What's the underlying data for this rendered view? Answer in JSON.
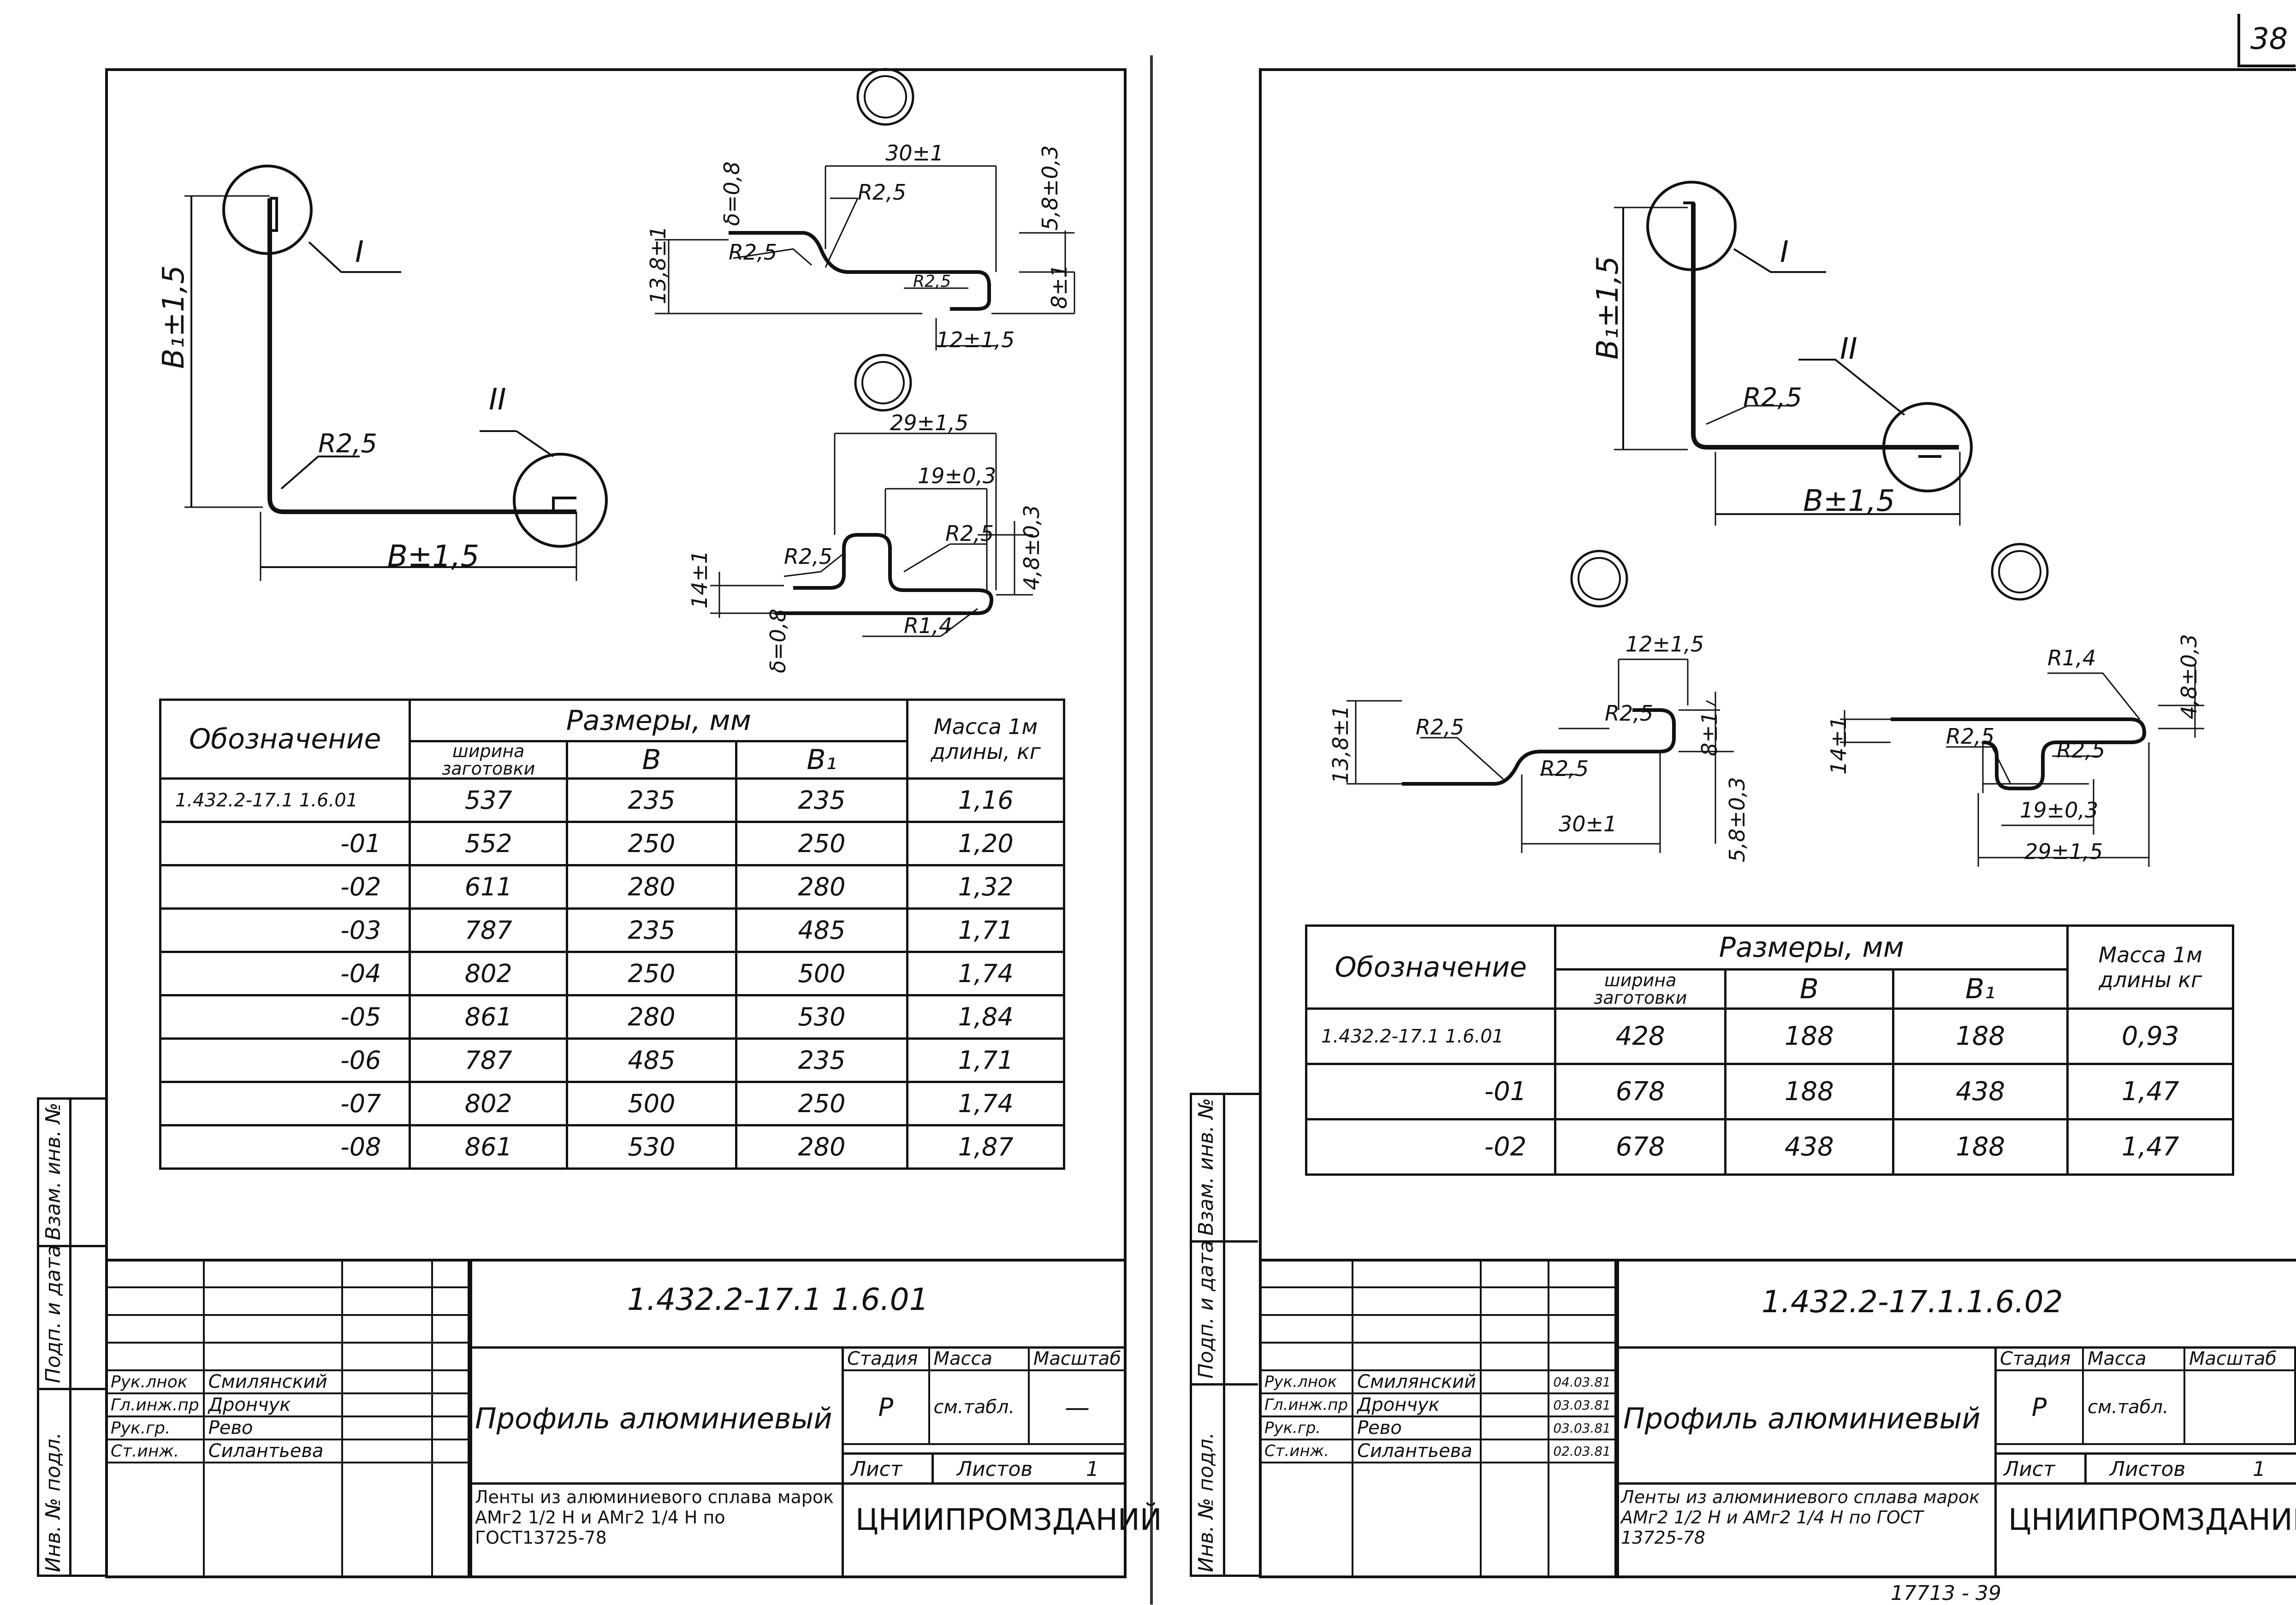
{
  "page_number": "38",
  "bottom_note": "17713 - 39",
  "side_stamp": [
    "Взам. инв. №",
    "Подп. и дата",
    "Инв. № подл."
  ],
  "left": {
    "drawing_labels": {
      "node1": "I",
      "node2": "II",
      "h_dim": "B₁±1,5",
      "w_dim": "B±1,5",
      "radius": "R2,5",
      "d1_width": "30±1",
      "d1_radius_top": "R2,5",
      "d1_radius_left": "R2,5",
      "d1_radius_bottom": "R2,5",
      "d1_thick": "δ=0,8",
      "d1_h1": "5,8±0,3",
      "d1_h2": "13,8±1",
      "d1_h3": "8±1",
      "d1_tail": "12±1,5",
      "d2_width": "29±1,5",
      "d2_inner": "19±0,3",
      "d2_radius_left": "R2,5",
      "d2_radius_right": "R2,5",
      "d2_radius_bottom": "R1,4",
      "d2_h1": "4,8±0,3",
      "d2_h2": "14±1",
      "d2_thick": "δ=0,8"
    },
    "table": {
      "header_designation": "Обозначение",
      "header_sizes": "Размеры, мм",
      "header_mass": "Масса 1м длины, кг",
      "col_blank": "ширина заготовки",
      "col_b": "B",
      "col_b1": "B₁",
      "rows": [
        {
          "des": "1.432.2-17.1 1.6.01",
          "blank": "537",
          "b": "235",
          "b1": "235",
          "mass": "1,16"
        },
        {
          "des": "-01",
          "blank": "552",
          "b": "250",
          "b1": "250",
          "mass": "1,20"
        },
        {
          "des": "-02",
          "blank": "611",
          "b": "280",
          "b1": "280",
          "mass": "1,32"
        },
        {
          "des": "-03",
          "blank": "787",
          "b": "235",
          "b1": "485",
          "mass": "1,71"
        },
        {
          "des": "-04",
          "blank": "802",
          "b": "250",
          "b1": "500",
          "mass": "1,74"
        },
        {
          "des": "-05",
          "blank": "861",
          "b": "280",
          "b1": "530",
          "mass": "1,84"
        },
        {
          "des": "-06",
          "blank": "787",
          "b": "485",
          "b1": "235",
          "mass": "1,71"
        },
        {
          "des": "-07",
          "blank": "802",
          "b": "500",
          "b1": "250",
          "mass": "1,74"
        },
        {
          "des": "-08",
          "blank": "861",
          "b": "530",
          "b1": "280",
          "mass": "1,87"
        }
      ]
    },
    "title_block": {
      "code": "1.432.2-17.1 1.6.01",
      "name": "Профиль алюминиевый",
      "material": "Ленты из алюминиевого сплава марок АМг2 1/2 Н и АМг2 1/4 Н по ГОСТ13725-78",
      "stage_label": "Стадия",
      "mass_label": "Масса",
      "scale_label": "Масштаб",
      "stage": "Р",
      "mass": "см.табл.",
      "scale": "—",
      "sheet_label": "Лист",
      "sheets_label": "Листов",
      "sheets": "1",
      "org": "ЦНИИПРОМЗДАНИЙ",
      "roles": [
        "Рук.лнок",
        "Гл.инж.пр",
        "Рук.гр.",
        "Ст.инж."
      ],
      "people": [
        "Смилянский",
        "Дрончук",
        "Рево",
        "Силантьева"
      ]
    }
  },
  "right": {
    "drawing_labels": {
      "node1": "I",
      "node2": "II",
      "h_dim": "B₁±1,5",
      "w_dim": "B±1,5",
      "radius": "R2,5",
      "d1_tail": "12±1,5",
      "d1_radius_top": "R2,5",
      "d1_radius_left": "R2,5",
      "d1_radius_bottom": "R2,5",
      "d1_width": "30±1",
      "d1_h1": "13,8±1",
      "d1_h2": "8±1",
      "d1_h3": "5,8±0,3",
      "d2_radius_top": "R1,4",
      "d2_radius_left": "R2,5",
      "d2_radius_right": "R2,5",
      "d2_inner": "19±0,3",
      "d2_width": "29±1,5",
      "d2_h1": "14±1",
      "d2_h2": "4,8±0,3"
    },
    "table": {
      "header_designation": "Обозначение",
      "header_sizes": "Размеры, мм",
      "header_mass": "Масса 1м длины кг",
      "col_blank": "ширина заготовки",
      "col_b": "B",
      "col_b1": "B₁",
      "rows": [
        {
          "des": "1.432.2-17.1 1.6.01",
          "blank": "428",
          "b": "188",
          "b1": "188",
          "mass": "0,93"
        },
        {
          "des": "-01",
          "blank": "678",
          "b": "188",
          "b1": "438",
          "mass": "1,47"
        },
        {
          "des": "-02",
          "blank": "678",
          "b": "438",
          "b1": "188",
          "mass": "1,47"
        }
      ]
    },
    "title_block": {
      "code": "1.432.2-17.1.1.6.02",
      "name": "Профиль алюминиевый",
      "material": "Ленты из алюминиевого сплава марок АМг2 1/2 Н и АМг2 1/4 Н по ГОСТ 13725-78",
      "stage_label": "Стадия",
      "mass_label": "Масса",
      "scale_label": "Масштаб",
      "stage": "Р",
      "mass": "см.табл.",
      "scale": "",
      "sheet_label": "Лист",
      "sheets_label": "Листов",
      "sheets": "1",
      "org": "ЦНИИПРОМЗДАНИЙ",
      "roles": [
        "Рук.лнок",
        "Гл.инж.пр",
        "Рук.гр.",
        "Ст.инж."
      ],
      "people": [
        "Смилянский",
        "Дрончук",
        "Рево",
        "Силантьева"
      ],
      "dates": [
        "04.03.81",
        "03.03.81",
        "03.03.81",
        "02.03.81"
      ]
    }
  }
}
